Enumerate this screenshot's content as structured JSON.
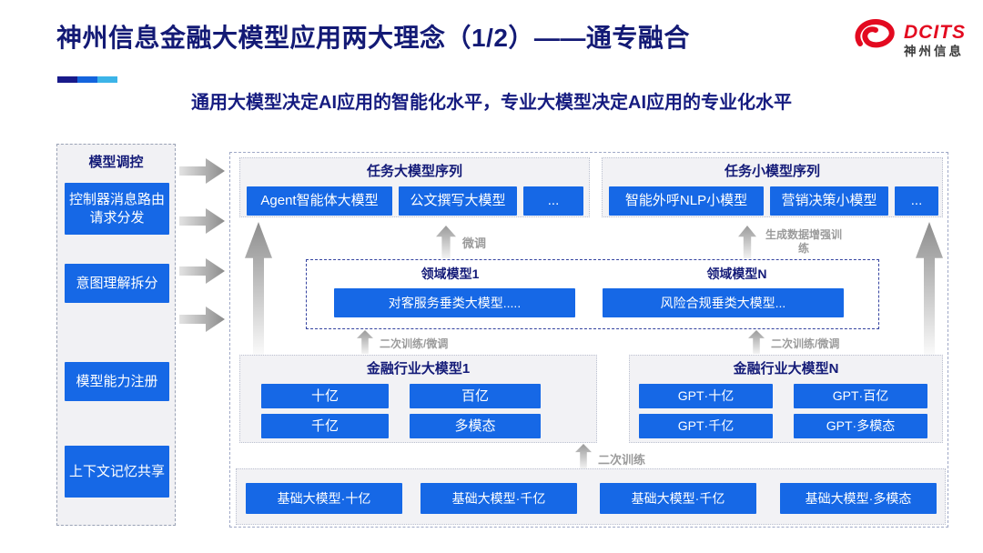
{
  "header": {
    "title": "神州信息金融大模型应用两大理念（1/2）——通专融合",
    "subtitle": "通用大模型决定AI应用的智能化水平，专业大模型决定AI应用的专业化水平",
    "logo": {
      "name": "DCITS",
      "cn": "神州信息"
    }
  },
  "sidebar": {
    "title": "模型调控",
    "items": [
      "控制器消息路由请求分发",
      "意图理解拆分",
      "模型能力注册",
      "上下文记忆共享"
    ]
  },
  "top_groups": [
    {
      "title": "任务大模型序列",
      "boxes": [
        "Agent智能体大模型",
        "公文撰写大模型",
        "..."
      ]
    },
    {
      "title": "任务小模型序列",
      "boxes": [
        "智能外呼NLP小模型",
        "营销决策小模型",
        "..."
      ]
    }
  ],
  "arrow_labels": {
    "fine_tune": "微调",
    "augment": "生成数据增强训练",
    "retrain_ft_left": "二次训练/微调",
    "retrain_ft_right": "二次训练/微调",
    "retrain": "二次训练"
  },
  "domain_models": [
    {
      "title": "领域模型1",
      "box": "对客服务垂类大模型....."
    },
    {
      "title": "领域模型N",
      "box": "风险合规垂类大模型..."
    }
  ],
  "industry_groups": [
    {
      "title": "金融行业大模型1",
      "boxes": [
        "十亿",
        "百亿",
        "千亿",
        "多模态"
      ]
    },
    {
      "title": "金融行业大模型N",
      "boxes": [
        "GPT·十亿",
        "GPT·百亿",
        "GPT·千亿",
        "GPT·多模态"
      ]
    }
  ],
  "base_models": [
    "基础大模型·十亿",
    "基础大模型·千亿",
    "基础大模型·千亿",
    "基础大模型·多模态"
  ],
  "colors": {
    "accent_blue": "#1668e6",
    "navy_text": "#141b78",
    "logo_red": "#e30a20",
    "bar_segments": [
      "#191a8a",
      "#1464dd",
      "#3cb4e8"
    ],
    "group_bg": "#f2f2f5",
    "arrow_gray": "#8d8d8d"
  }
}
